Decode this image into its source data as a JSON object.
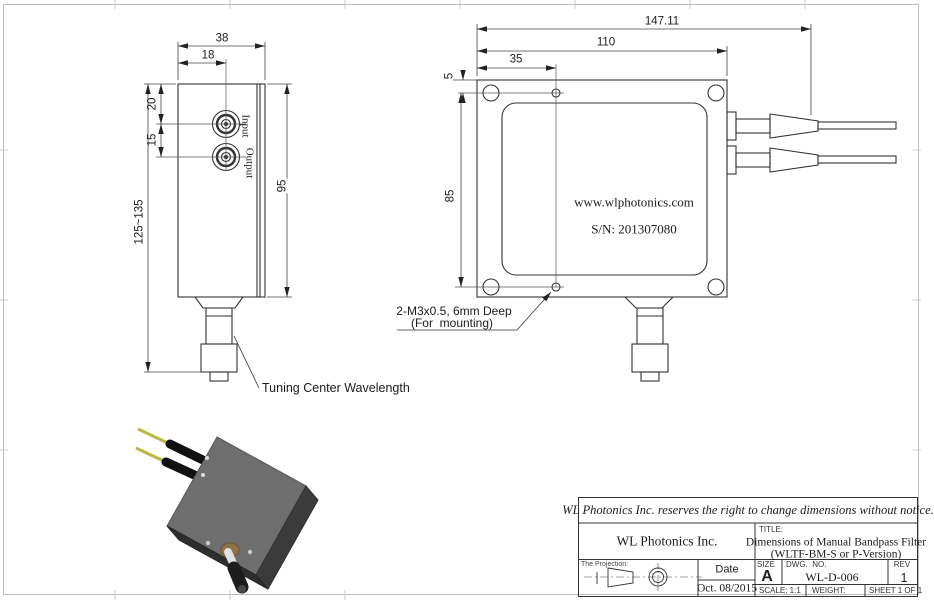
{
  "front_view": {
    "dim_width": "38",
    "dim_port_offset": "18",
    "dim_top_to_input": "20",
    "dim_input_to_output": "15",
    "dim_body_height": "95",
    "dim_overall_height": "125~135",
    "input_label": "Input",
    "output_label": "Output",
    "tuning_label": "Tuning Center Wavelength"
  },
  "top_view": {
    "dim_overall_length": "147.11",
    "dim_body_length": "110",
    "dim_hole_offset": "35",
    "dim_edge_to_holes": "5",
    "dim_hole_spacing": "85",
    "website": "www.wlphotonics.com",
    "serial": "S/N: 201307080",
    "mounting_note_line1": "2-M3x0.5, 6mm Deep",
    "mounting_note_line2": "(For  mounting)"
  },
  "title_block": {
    "notice": "WL Photonics Inc. reserves the right to change dimensions without notice.",
    "company": "WL Photonics Inc.",
    "title_label": "TITLE:",
    "title_line1": "Dimensions of Manual Bandpass Filter",
    "title_line2": "(WLTF-BM-S or P-Version)",
    "projection_label": "The Projection:",
    "date_label": "Date",
    "date_value": "Oct. 08/2015",
    "size_label": "SIZE",
    "size_value": "A",
    "dwg_label": "DWG.  NO.",
    "dwg_value": "WL-D-006",
    "rev_label": "REV",
    "rev_value": "1",
    "scale_label": "SCALE: 1:1",
    "weight_label": "WEIGHT:",
    "sheet_label": "SHEET 1 OF 1"
  }
}
